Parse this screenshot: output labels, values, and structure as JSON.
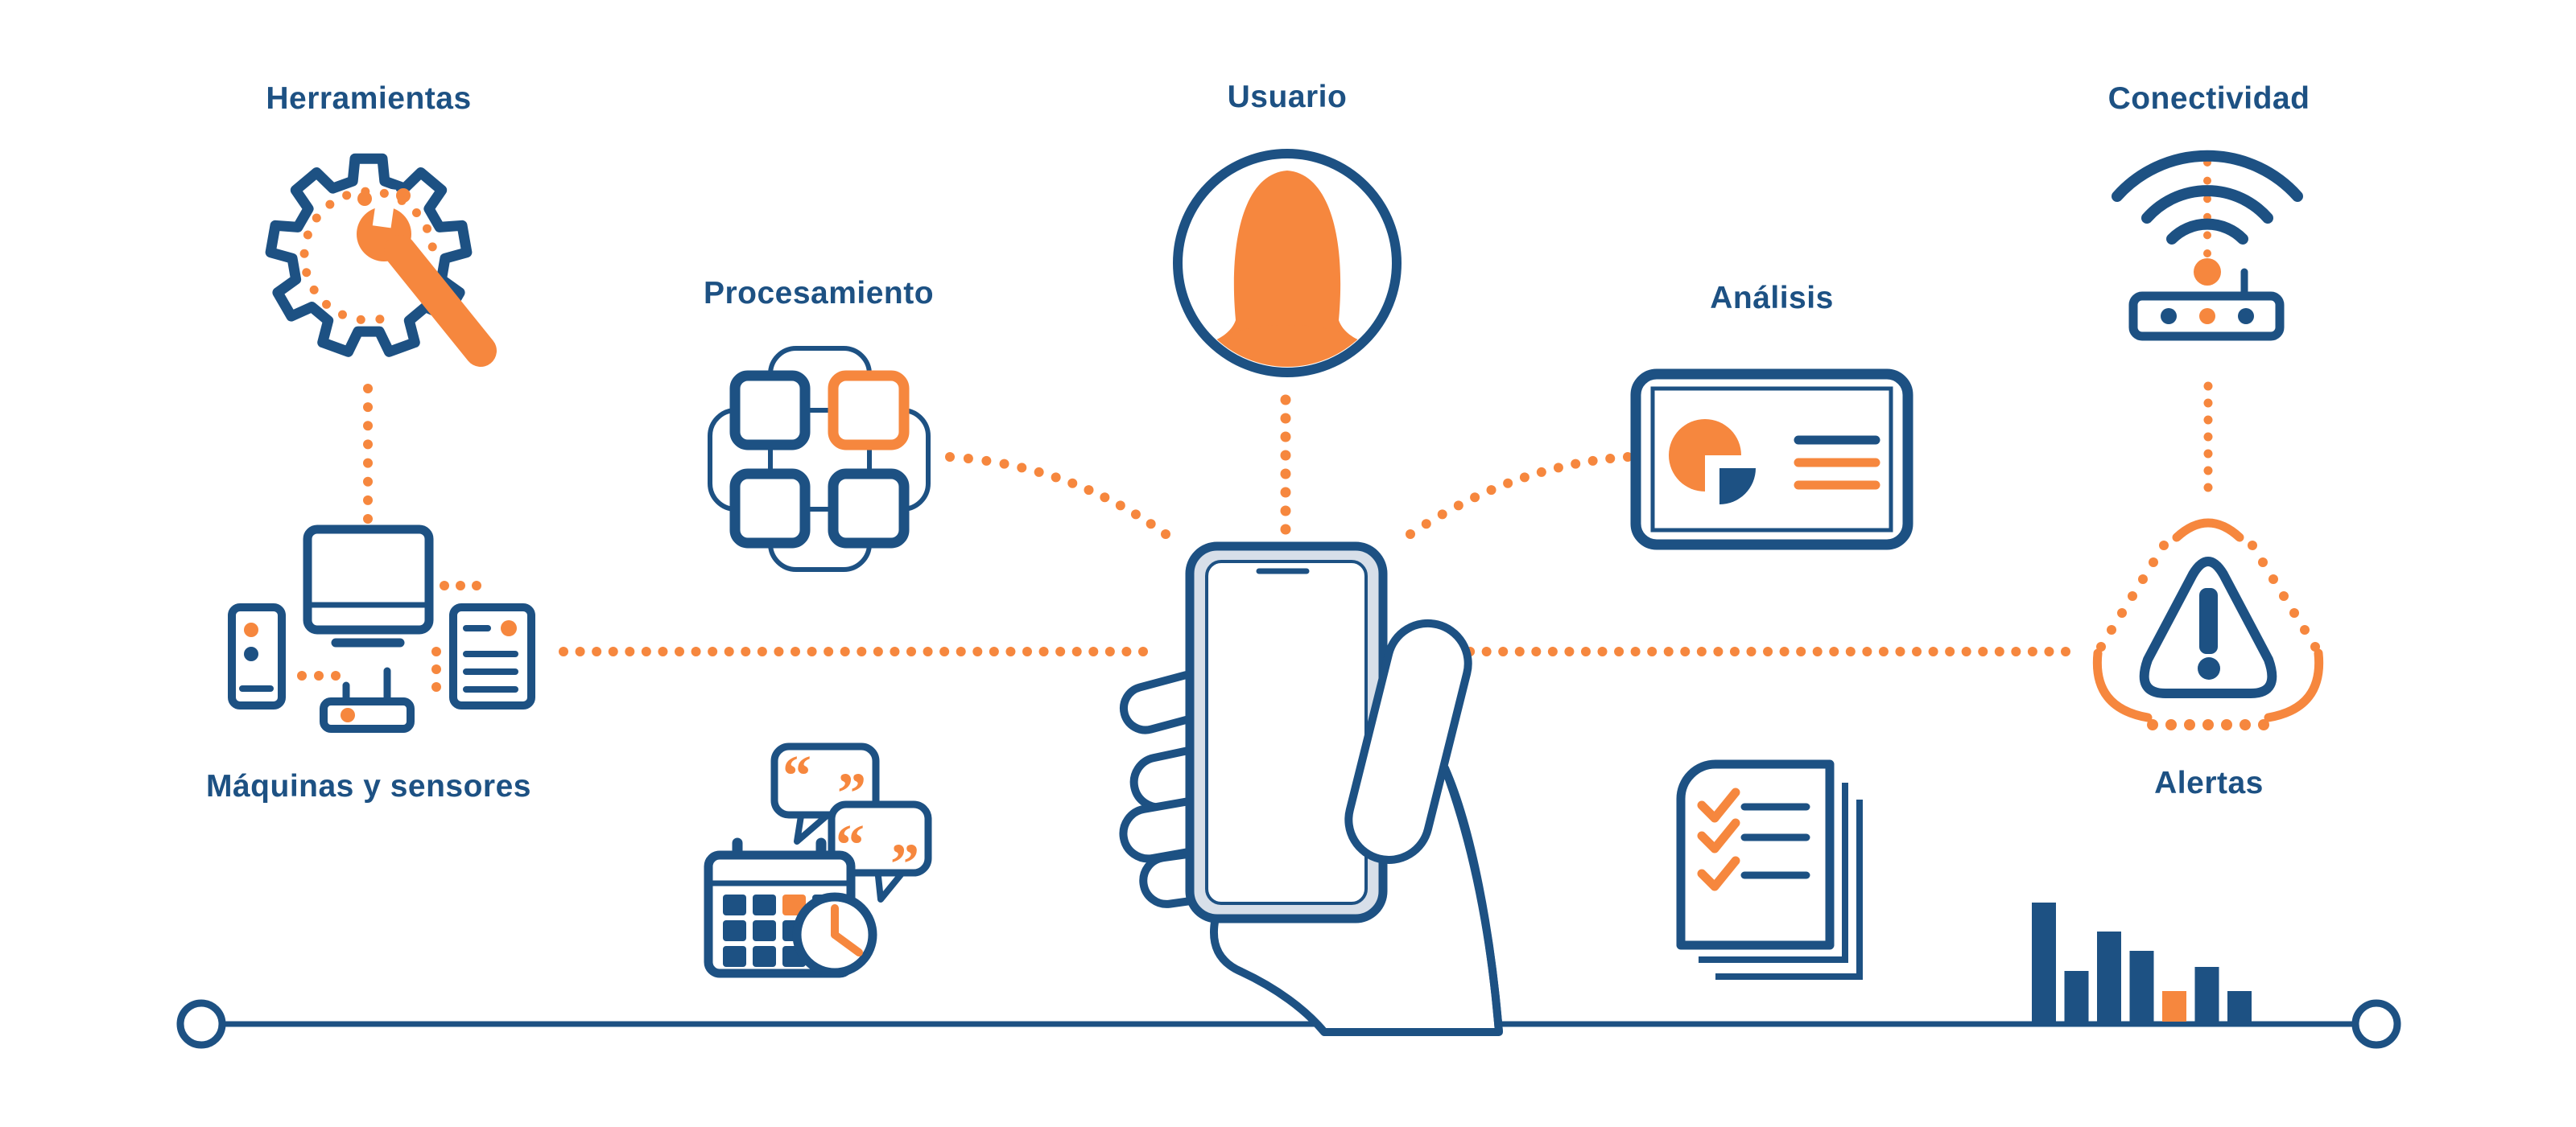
{
  "labels": {
    "herramientas": "Herramientas",
    "procesamiento": "Procesamiento",
    "usuario": "Usuario",
    "analisis": "Análisis",
    "conectividad": "Conectividad",
    "maquinas": "Máquinas y sensores",
    "alertas": "Alertas"
  },
  "icons": {
    "quote_open": "“",
    "quote_close": "”"
  },
  "colors": {
    "navy": "#1d5183",
    "orange": "#f6873e",
    "phone_bezel": "#d7dfe9",
    "background": "#ffffff"
  },
  "bar_icon": {
    "values": [
      148,
      63,
      112,
      88,
      38,
      68,
      38
    ],
    "orange_index": 4
  }
}
